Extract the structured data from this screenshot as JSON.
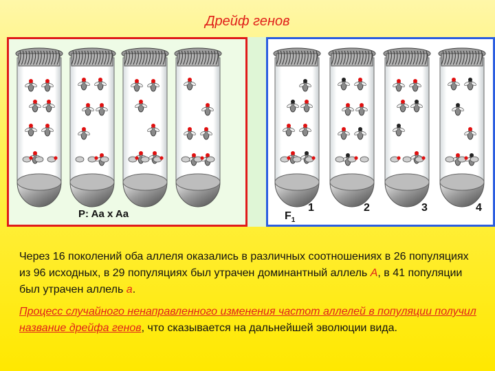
{
  "title": "Дрейф генов",
  "left_panel": {
    "cross_label": "P: Aa x Aa"
  },
  "right_panel": {
    "generation_label": "F",
    "generation_sub": "1",
    "tube_numbers": [
      "1",
      "2",
      "3",
      "4"
    ]
  },
  "paragraph1": {
    "text_a": "Через 16 поколений оба аллеля оказались в различных соотношениях в 26 популяциях из 96 исходных, в 29 популяциях был утрачен доминантный аллель ",
    "allele_A": "А",
    "text_b": ", в 41 популяции был утрачен аллель ",
    "allele_a": "а",
    "text_c": "."
  },
  "paragraph2": {
    "red_part": "Процесс случайного ненаправленного изменения частот аллелей в популяции получил название дрейфа генов",
    "rest": ", что сказывается на дальнейшей эволюции вида."
  },
  "colors": {
    "title": "#e0201a",
    "left_border": "#e01a1a",
    "right_border": "#2a5de0"
  },
  "icons": [
    "test-tube-icon",
    "fruit-fly-icon"
  ]
}
